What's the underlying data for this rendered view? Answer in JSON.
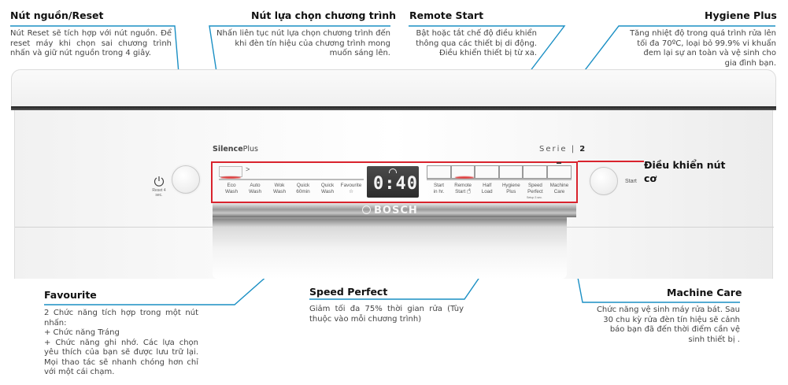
{
  "callouts": {
    "power": {
      "title": "Nút nguồn/Reset",
      "desc": "Nút Reset sẽ tích hợp với nút nguồn. Để reset máy khi chọn sai chương trình nhấn và giữ nút nguồn trong 4 giây."
    },
    "program": {
      "title": "Nút lựa chọn chương trình",
      "desc": "Nhấn liên tục nút lựa chọn chương trình đến khi đèn tín hiệu của chương trình mong muốn sáng lên."
    },
    "remote": {
      "title": "Remote Start",
      "desc": "Bật hoặc tắt chế độ điều khiển thông qua các thiết bị di động. Điều khiển thiết bị từ xa."
    },
    "hygiene": {
      "title": "Hygiene Plus",
      "desc": "Tăng nhiệt độ trong quá trình rửa lên tối đa 70ºC, loại bỏ 99.9% vi khuẩn đem lại sự an toàn và vệ sinh cho gia đình bạn."
    },
    "favourite": {
      "title": "Favourite",
      "lines": [
        "2 Chức năng tích hợp trong một nút nhấn:",
        "+ Chức năng Tráng",
        "+ Chức năng ghi nhớ. Các lựa chọn yêu thích của bạn sẽ được lưu trữ lại. Mọi thao tác sẽ nhanh chóng hơn chỉ với một cái chạm."
      ]
    },
    "speed": {
      "title": "Speed Perfect",
      "desc": "Giảm tối đa 75% thời gian rửa (Tùy thuộc vào mỗi chương trình)"
    },
    "machine_care": {
      "title": "Machine Care",
      "desc": "Chức năng vệ sinh máy rửa bát. Sau 30 chu kỳ rửa đèn tín hiệu sẽ cảnh báo bạn đã đến thời điểm cần vệ sinh thiết bị ."
    },
    "mechanical": {
      "title": "Điều khiển nút cơ"
    }
  },
  "appliance": {
    "brand_silence_bold": "Silence",
    "brand_silence_light": "Plus",
    "serie_label": "Serie",
    "serie_number": "2",
    "power_label": "Reset 4 sec.",
    "start_label": "Start",
    "display_time": "0:40",
    "bosch_logo": "BOSCH",
    "program_arrow": ">",
    "programs": [
      {
        "line1": "Eco",
        "line2": "Wash"
      },
      {
        "line1": "Auto",
        "line2": "Wash"
      },
      {
        "line1": "Wok",
        "line2": "Wash"
      },
      {
        "line1": "Quick",
        "line2": "60min"
      },
      {
        "line1": "Quick",
        "line2": "Wash"
      },
      {
        "line1": "Favourite",
        "line2": "☆"
      }
    ],
    "functions": [
      {
        "line1": "Start",
        "line2": "in hr."
      },
      {
        "line1": "Remote",
        "line2": "Start ◻̊"
      },
      {
        "line1": "Half",
        "line2": "Load"
      },
      {
        "line1": "Hygiene",
        "line2": "Plus"
      },
      {
        "line1": "Speed",
        "line2": "Perfect"
      },
      {
        "line1": "Machine",
        "line2": "Care"
      }
    ],
    "speed_sub": "Setup 3 sec."
  },
  "colors": {
    "leader_line": "#1a8fc4",
    "frame_red": "#d9232d"
  }
}
